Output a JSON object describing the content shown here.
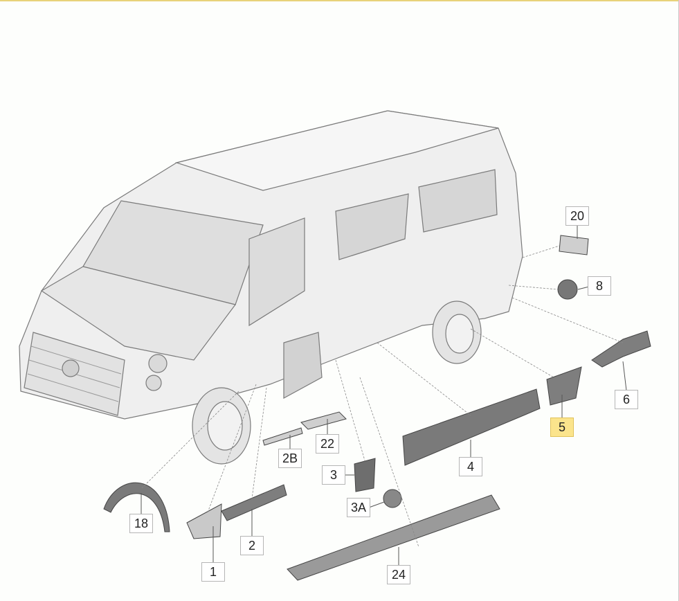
{
  "diagram": {
    "callouts": [
      {
        "id": "20",
        "label": "20"
      },
      {
        "id": "8",
        "label": "8"
      },
      {
        "id": "6",
        "label": "6"
      },
      {
        "id": "5",
        "label": "5",
        "highlighted": true
      },
      {
        "id": "4",
        "label": "4"
      },
      {
        "id": "22",
        "label": "22"
      },
      {
        "id": "2B",
        "label": "2B"
      },
      {
        "id": "3",
        "label": "3"
      },
      {
        "id": "3A",
        "label": "3A"
      },
      {
        "id": "18",
        "label": "18"
      },
      {
        "id": "2",
        "label": "2"
      },
      {
        "id": "1",
        "label": "1"
      },
      {
        "id": "24",
        "label": "24"
      }
    ],
    "highlight_color": "#fbe48c"
  }
}
